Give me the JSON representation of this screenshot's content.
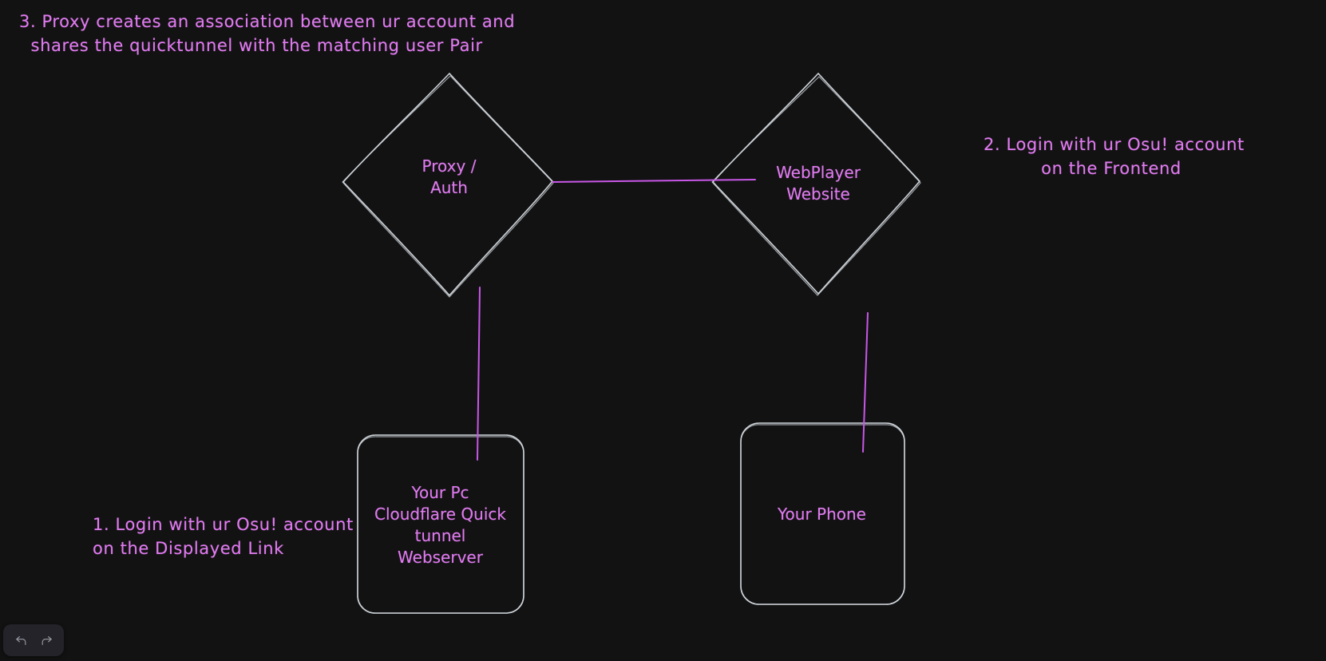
{
  "app": {
    "canvas_background": "#121212",
    "stroke_color": "#ced4da",
    "text_color": "#e07bf0",
    "connector_color": "#c957e8"
  },
  "notes": [
    {
      "id": "step3",
      "text": "3. Proxy creates an association between ur account and\n  shares the quicktunnel with the matching user Pair"
    },
    {
      "id": "step2",
      "text": "2. Login with ur Osu! account\non the Frontend"
    },
    {
      "id": "step1",
      "text": "1. Login with ur Osu! account\non the Displayed Link"
    }
  ],
  "nodes": [
    {
      "id": "proxy-auth",
      "shape": "diamond",
      "label": "Proxy /\nAuth"
    },
    {
      "id": "webplayer-website",
      "shape": "diamond",
      "label": "WebPlayer\nWebsite"
    },
    {
      "id": "your-pc",
      "shape": "rounded-rect",
      "label": "Your Pc\nCloudflare Quick\ntunnel\nWebserver"
    },
    {
      "id": "your-phone",
      "shape": "rounded-rect",
      "label": "Your Phone"
    }
  ],
  "connectors": [
    {
      "id": "proxy-to-webplayer",
      "from": "proxy-auth",
      "to": "webplayer-website"
    },
    {
      "id": "proxy-to-yourpc",
      "from": "proxy-auth",
      "to": "your-pc"
    },
    {
      "id": "webplayer-to-phone",
      "from": "webplayer-website",
      "to": "your-phone"
    }
  ],
  "toolbar": {
    "undo_label": "Undo",
    "redo_label": "Redo",
    "undo_icon": "undo-arrow-icon",
    "redo_icon": "redo-arrow-icon"
  }
}
